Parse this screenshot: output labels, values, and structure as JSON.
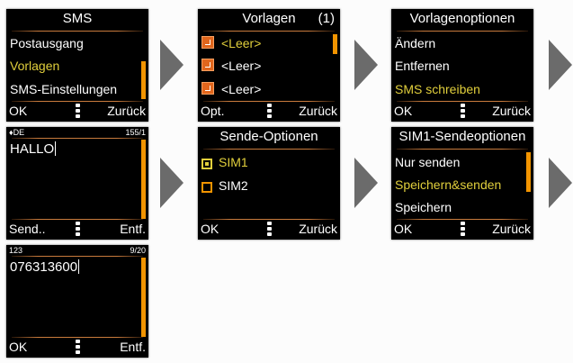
{
  "sms_menu": {
    "title": "SMS",
    "items": [
      "Postausgang",
      "Vorlagen",
      "SMS-Einstellungen"
    ],
    "ok": "OK",
    "back": "Zurück"
  },
  "templates": {
    "title": "Vorlagen",
    "count": "(1)",
    "items": [
      "<Leer>",
      "<Leer>",
      "<Leer>"
    ],
    "opt": "Opt.",
    "back": "Zurück"
  },
  "template_options": {
    "title": "Vorlagenoptionen",
    "items": [
      "Ändern",
      "Entfernen",
      "SMS schreiben"
    ],
    "ok": "OK",
    "back": "Zurück"
  },
  "compose": {
    "mode": "DE",
    "counter": "155/1",
    "text": "HALLO",
    "send": "Send..",
    "delete": "Entf."
  },
  "send_options": {
    "title": "Sende-Optionen",
    "items": [
      "SIM1",
      "SIM2"
    ],
    "ok": "OK",
    "back": "Zurück"
  },
  "sim1_options": {
    "title": "SIM1-Sendeoptionen",
    "items": [
      "Nur senden",
      "Speichern&senden",
      "Speichern"
    ],
    "ok": "OK",
    "back": "Zurück"
  },
  "number_entry": {
    "mode": "123",
    "counter": "9/20",
    "text": "076313600",
    "ok": "OK",
    "delete": "Entf."
  },
  "colors": {
    "highlight": "#e1cf3c",
    "accent": "#f29400",
    "screen_bg": "#000000",
    "arrow": "#6b6b6b"
  }
}
